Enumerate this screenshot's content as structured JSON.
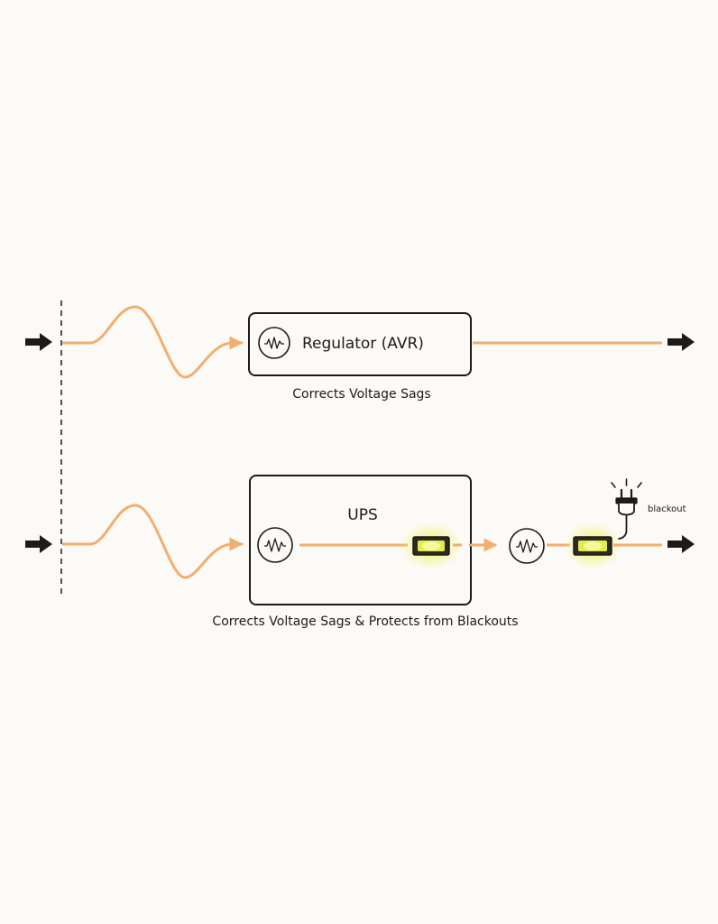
{
  "colors": {
    "wave": "#f2ae6e",
    "outline": "#1e1a17",
    "glow": "#eef25a",
    "battery": "#2a2a26",
    "background": "#fbfaf6"
  },
  "avr": {
    "title": "Regulator (AVR)",
    "caption": "Corrects Voltage Sags",
    "icon": "sine-wave-icon"
  },
  "ups": {
    "title": "UPS",
    "caption": "Corrects Voltage Sags & Protects from Blackouts",
    "icon": "sine-wave-icon",
    "battery_icon": "battery-icon"
  },
  "blackout": {
    "label": "blackout",
    "icon": "plug-icon"
  }
}
